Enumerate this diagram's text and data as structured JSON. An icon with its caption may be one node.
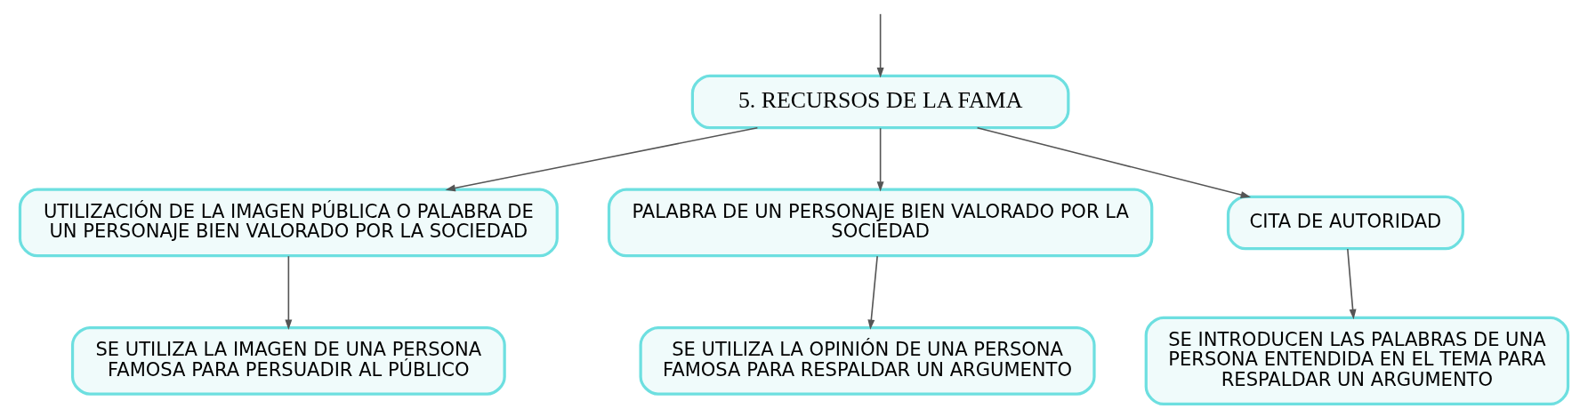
{
  "diagram": {
    "nodes": [
      {
        "text": [
          "5. RECURSOS DE LA FAMA"
        ]
      },
      {
        "text": [
          "UTILIZACIÓN DE LA IMAGEN PÚBLICA O PALABRA DE UN PERSONAJE BIEN VALORADO POR LA SOCIEDAD"
        ]
      },
      {
        "text": [
          "PALABRA DE UN PERSONAJE BIEN VALORADO POR LA SOCIEDAD"
        ]
      },
      {
        "text": [
          "CITA DE AUTORIDAD"
        ]
      },
      {
        "text": [
          "SE UTILIZA LA IMAGEN DE UNA PERSONA FAMOSA PARA PERSUADIR AL PÚBLICO"
        ]
      },
      {
        "text": [
          "SE UTILIZA LA OPINIÓN DE UNA PERSONA FAMOSA PARA RESPALDAR UN ARGUMENTO"
        ]
      },
      {
        "text": [
          "SE INTRODUCEN LAS PALABRAS DE UNA PERSONA ENTENDIDA EN EL TEMA PARA RESPALDAR UN ARGUMENTO"
        ]
      }
    ],
    "edges": [
      {
        "from": null,
        "to": 0,
        "arrow": "to"
      },
      {
        "from": 0,
        "to": 1,
        "arrow": "to"
      },
      {
        "from": 0,
        "to": 2,
        "arrow": "to"
      },
      {
        "from": 0,
        "to": 3,
        "arrow": "to"
      },
      {
        "from": 1,
        "to": 4,
        "arrow": "to"
      },
      {
        "from": 2,
        "to": 5,
        "arrow": "to"
      },
      {
        "from": 3,
        "to": 6,
        "arrow": "to"
      }
    ]
  }
}
